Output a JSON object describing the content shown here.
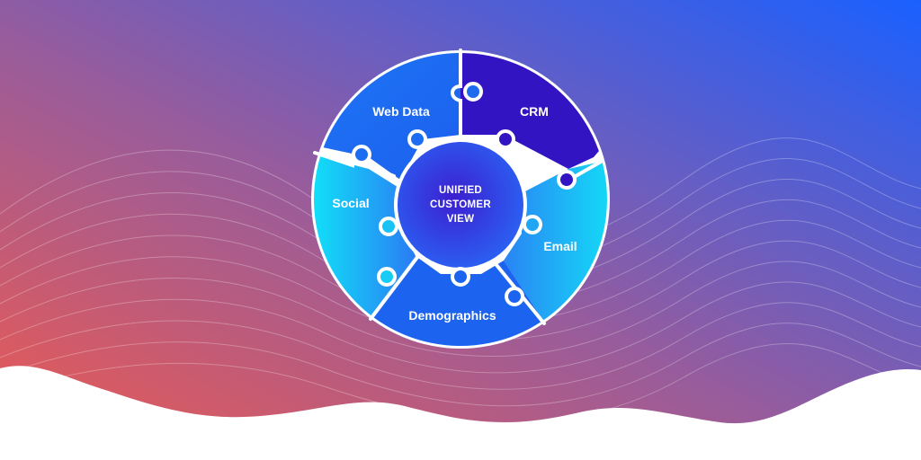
{
  "diagram": {
    "center": {
      "lines": [
        "UNIFIED",
        "CUSTOMER",
        "VIEW"
      ]
    },
    "segments": [
      {
        "id": "web-data",
        "label": "Web Data"
      },
      {
        "id": "crm",
        "label": "CRM"
      },
      {
        "id": "email",
        "label": "Email"
      },
      {
        "id": "demographics",
        "label": "Demographics"
      },
      {
        "id": "social",
        "label": "Social"
      }
    ]
  },
  "colors": {
    "background_left": "#ec5b52",
    "background_mid": "#8f5ba2",
    "background_right": "#1f62ff",
    "ring_outline": "#ffffff",
    "crm": "#3313c2",
    "web_data": "#1d6cf0",
    "email": "#19d6f4",
    "demographics": "#1c63ee",
    "social": "#16dcf6",
    "center": "#2a3fd6",
    "footer": "#ffffff"
  }
}
